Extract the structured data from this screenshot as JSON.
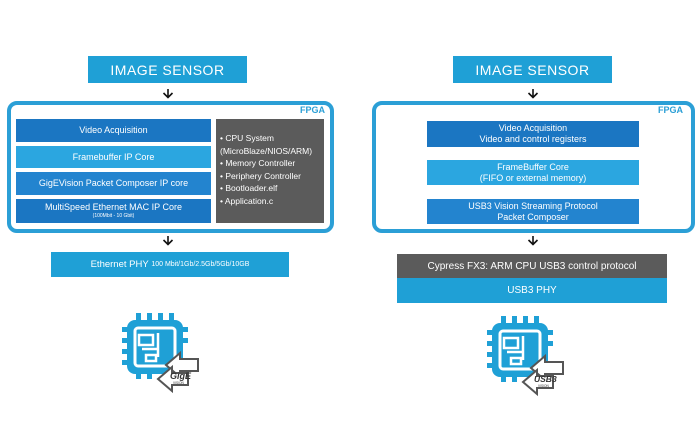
{
  "left": {
    "sensor": "IMAGE SENSOR",
    "fpga_label": "FPGA",
    "blocks": {
      "video": "Video Acquisition",
      "framebuffer": "Framebuffer IP Core",
      "gigevision": "GigEVision Packet Composer IP core",
      "mac": "MultiSpeed Ethernet MAC IP Core",
      "mac_sub": "(100Mbit - 10 Gbit)"
    },
    "cpu_items": [
      "• CPU System",
      "(MicroBlaze/NIOS/ARM)",
      "• Memory Controller",
      "• Periphery Controller",
      "• Bootloader.elf",
      "• Application.c"
    ],
    "phy": "Ethernet PHY",
    "phy_speeds": "100 Mbit/1Gb/2.5Gb/5Gb/10GB",
    "logo_text": "GigE",
    "logo_sub": "VISION"
  },
  "right": {
    "sensor": "IMAGE SENSOR",
    "fpga_label": "FPGA",
    "blocks": {
      "video_1": "Video Acquisition",
      "video_2": "Video and control registers",
      "framebuffer_1": "FrameBuffer Core",
      "framebuffer_2": "(FIFO or external memory)",
      "usb3stream_1": "USB3 Vision Streaming Protocol",
      "usb3stream_2": "Packet Composer"
    },
    "cypress": "Cypress FX3: ARM CPU USB3 control protocol",
    "phy": "USB3 PHY",
    "logo_text": "USB3",
    "logo_sub": "VISION"
  },
  "colors": {
    "accent": "#1fa0d6",
    "dark_blue": "#1b76c2",
    "gray": "#5b5b5b"
  }
}
